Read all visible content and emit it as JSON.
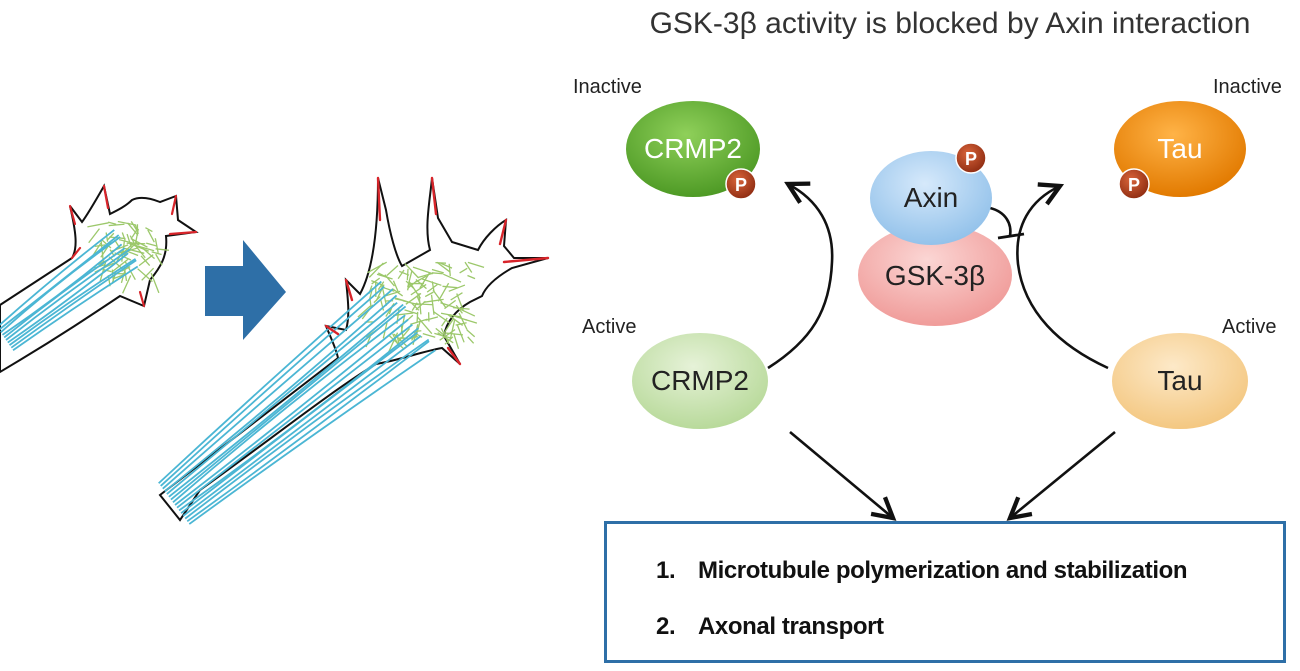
{
  "title": "GSK-3β activity is blocked by Axin interaction",
  "states": {
    "inactive_left": "Inactive",
    "inactive_right": "Inactive",
    "active_left": "Active",
    "active_right": "Active"
  },
  "nodes": {
    "crmp2_inactive": "CRMP2",
    "tau_inactive": "Tau",
    "axin": "Axin",
    "gsk3b": "GSK-3β",
    "crmp2_active": "CRMP2",
    "tau_active": "Tau",
    "phospho": "P"
  },
  "results": [
    {
      "num": "1.",
      "text": "Microtubule polymerization and stabilization"
    },
    {
      "num": "2.",
      "text": "Axonal transport"
    }
  ],
  "colors": {
    "crmp2_inactive": "#6cb33f",
    "crmp2_active": "#c9e3b0",
    "tau_inactive": "#f0931e",
    "tau_active": "#f9d79f",
    "axin": "#a9cdee",
    "gsk3b": "#f4a9a7",
    "phospho": "#a33a1a",
    "arrow_blue": "#2e6fa7",
    "box_border": "#2e6fa7",
    "microtubule": "#4bb6d4",
    "actin_mesh": "#9cc86b",
    "filopodia_actin": "#d8242a"
  }
}
